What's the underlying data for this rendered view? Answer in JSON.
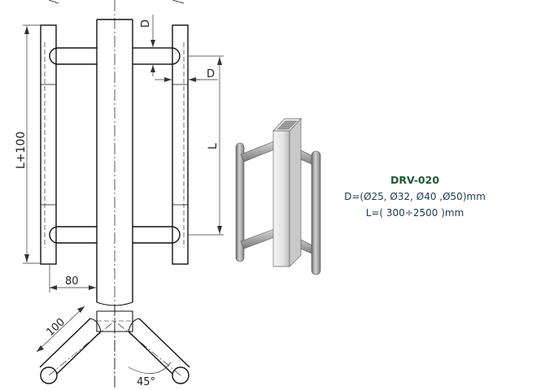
{
  "drawing": {
    "label_d_top": "D",
    "label_d_side": "D",
    "label_l": "L",
    "label_l_plus": "L+100",
    "label_80": "80",
    "label_100": "100",
    "label_45": "45°"
  },
  "spec": {
    "code": "DRV-020",
    "diameters": "D=(Ø25, Ø32, Ø40 ,Ø50)mm",
    "length": "L=( 300÷2500 )mm"
  }
}
